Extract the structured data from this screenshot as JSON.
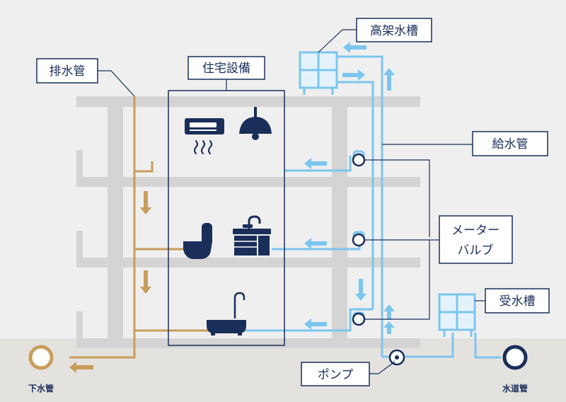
{
  "labels": {
    "drain_pipe": "排水管",
    "housing_equipment": "住宅設備",
    "elevated_tank": "高架水槽",
    "supply_pipe": "給水管",
    "meter_valve_line1": "メーター",
    "meter_valve_line2": "バルブ",
    "receiving_tank": "受水槽",
    "pump": "ポンプ",
    "sewer": "下水管",
    "water_main": "水道管"
  },
  "colors": {
    "background_sky": "#efefef",
    "ground": "#e4e2df",
    "structure": "#d4d4d4",
    "drain": "#c89d5c",
    "supply": "#7cc5ef",
    "navy": "#1a2e5a"
  }
}
